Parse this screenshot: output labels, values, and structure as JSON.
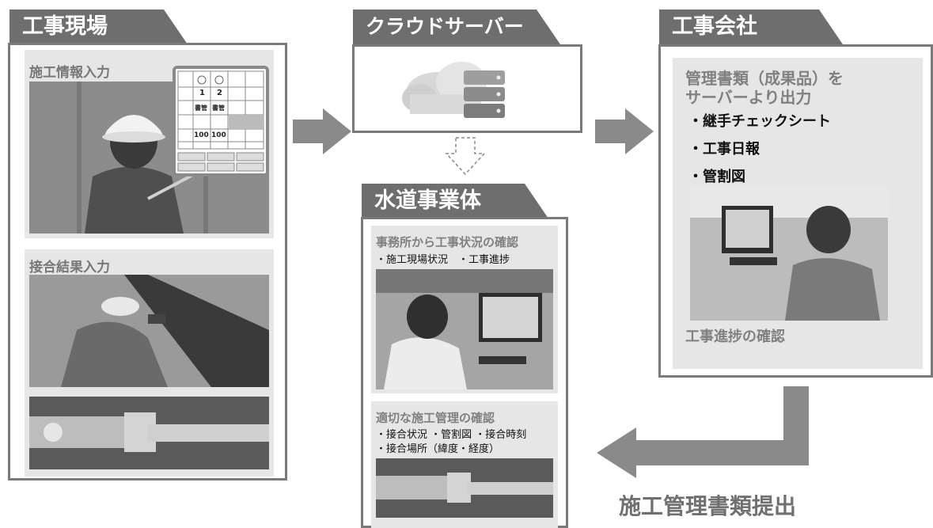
{
  "site": {
    "tab": "工事現場",
    "input_label": "施工情報入力",
    "joint_label": "接合結果入力",
    "tablet": {
      "row1": [
        "1",
        "2"
      ],
      "row2": [
        "書管",
        "書管"
      ],
      "row3": [
        "100",
        "100"
      ]
    }
  },
  "cloud": {
    "tab": "クラウドサーバー"
  },
  "water": {
    "tab": "水道事業体",
    "office_title": "事務所から工事状況の確認",
    "office_items": "・施工現場状況　・工事進捗",
    "mgmt_title": "適切な施工管理の確認",
    "mgmt_items_1": "・接合状況 ・管割図 ・接合時刻",
    "mgmt_items_2": "・接合場所（緯度・経度）"
  },
  "company": {
    "tab": "工事会社",
    "output_title_1": "管理書類（成果品）を",
    "output_title_2": "サーバーより出力",
    "items": [
      "・継手チェックシート",
      "・工事日報",
      "・管割図"
    ],
    "progress_label": "工事進捗の確認"
  },
  "flow": {
    "submit_label": "施工管理書類提出"
  },
  "colors": {
    "tab_bg": "#6e6e6e",
    "arrow": "#8a8a8a",
    "panel_bg": "#e6e6e6"
  }
}
